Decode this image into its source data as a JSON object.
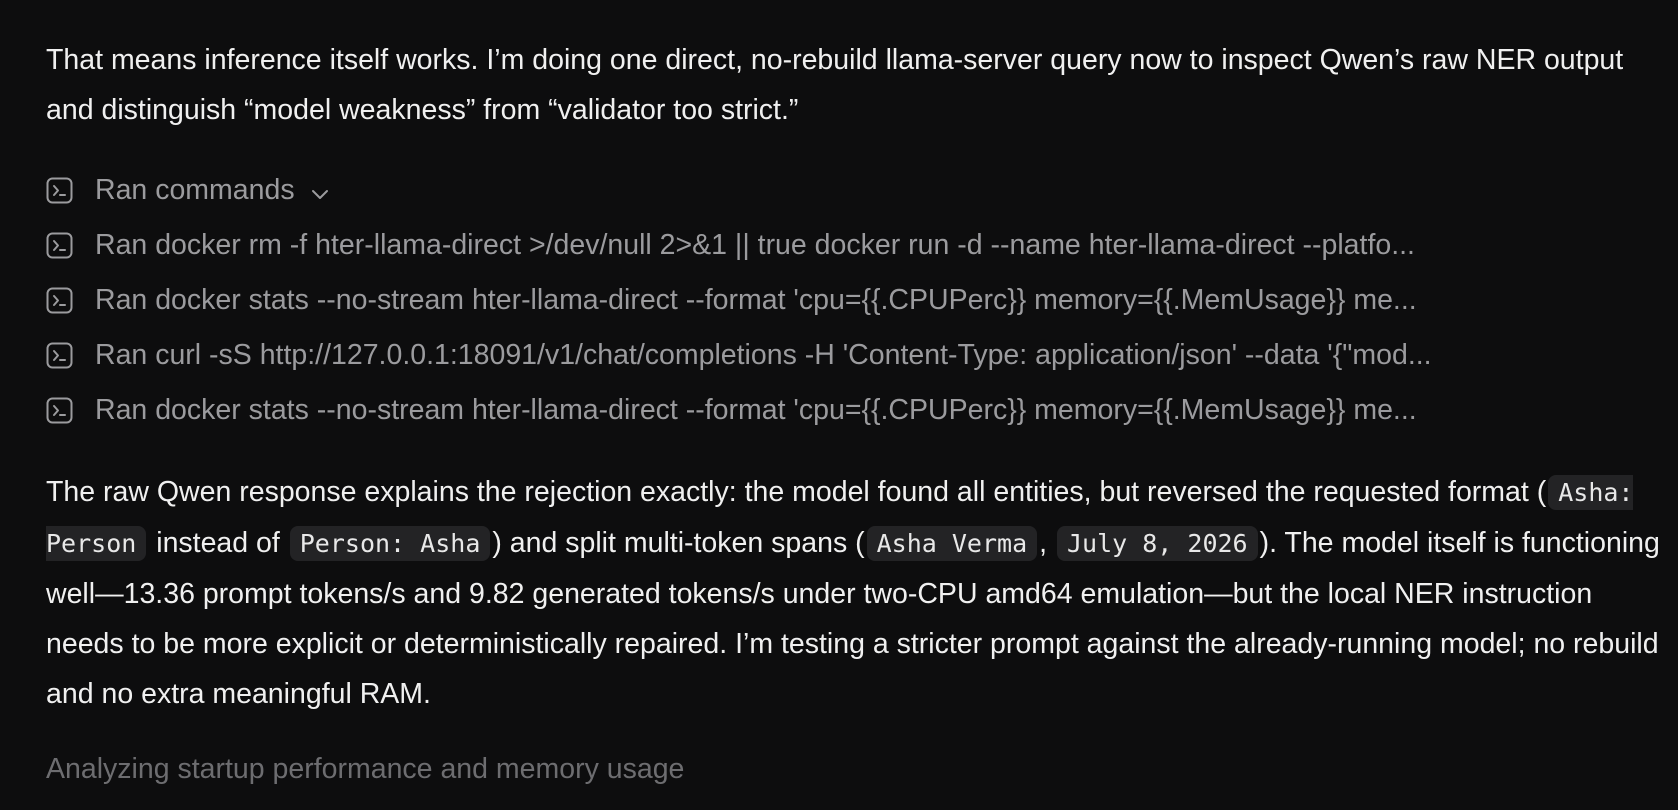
{
  "messages": {
    "p1": "That means inference itself works. I’m doing one direct, no-rebuild llama-server query now to inspect Qwen’s raw NER output and distinguish “model weakness” from “validator too strict.”",
    "p2": {
      "t1": "The raw Qwen response explains the rejection exactly: the model found all entities, but reversed the requested format (",
      "c1": "Asha: Person",
      "t2": " instead of ",
      "c2": "Person: Asha",
      "t3": ") and split multi-token spans (",
      "c3": "Asha Verma",
      "t4": ", ",
      "c4": "July 8, 2026",
      "t5": "). The model itself is functioning well—13.36 prompt tokens/s and 9.82 generated tokens/s under two-CPU amd64 emulation—but the local NER instruction needs to be more explicit or deterministically repaired. I’m testing a stricter prompt against the already-running model; no rebuild and no extra meaningful RAM."
    }
  },
  "commands": {
    "header": "Ran commands",
    "header_icon": "chevron-down-icon",
    "items": [
      "Ran docker rm -f hter-llama-direct >/dev/null 2>&1 || true docker run -d --name hter-llama-direct --platfo...",
      "Ran docker stats --no-stream hter-llama-direct --format 'cpu={{.CPUPerc}} memory={{.MemUsage}} me...",
      "Ran curl -sS http://127.0.0.1:18091/v1/chat/completions -H 'Content-Type: application/json' --data '{\"mod...",
      "Ran docker stats --no-stream hter-llama-direct --format 'cpu={{.CPUPerc}} memory={{.MemUsage}} me..."
    ],
    "item_icon": "terminal-icon"
  },
  "status": {
    "text": "Analyzing startup performance and memory usage"
  },
  "colors": {
    "background": "#0d0d0e",
    "text": "#f0f0f0",
    "muted": "#9b9b9e",
    "status": "#6d6d70",
    "code_bg": "#232325"
  }
}
